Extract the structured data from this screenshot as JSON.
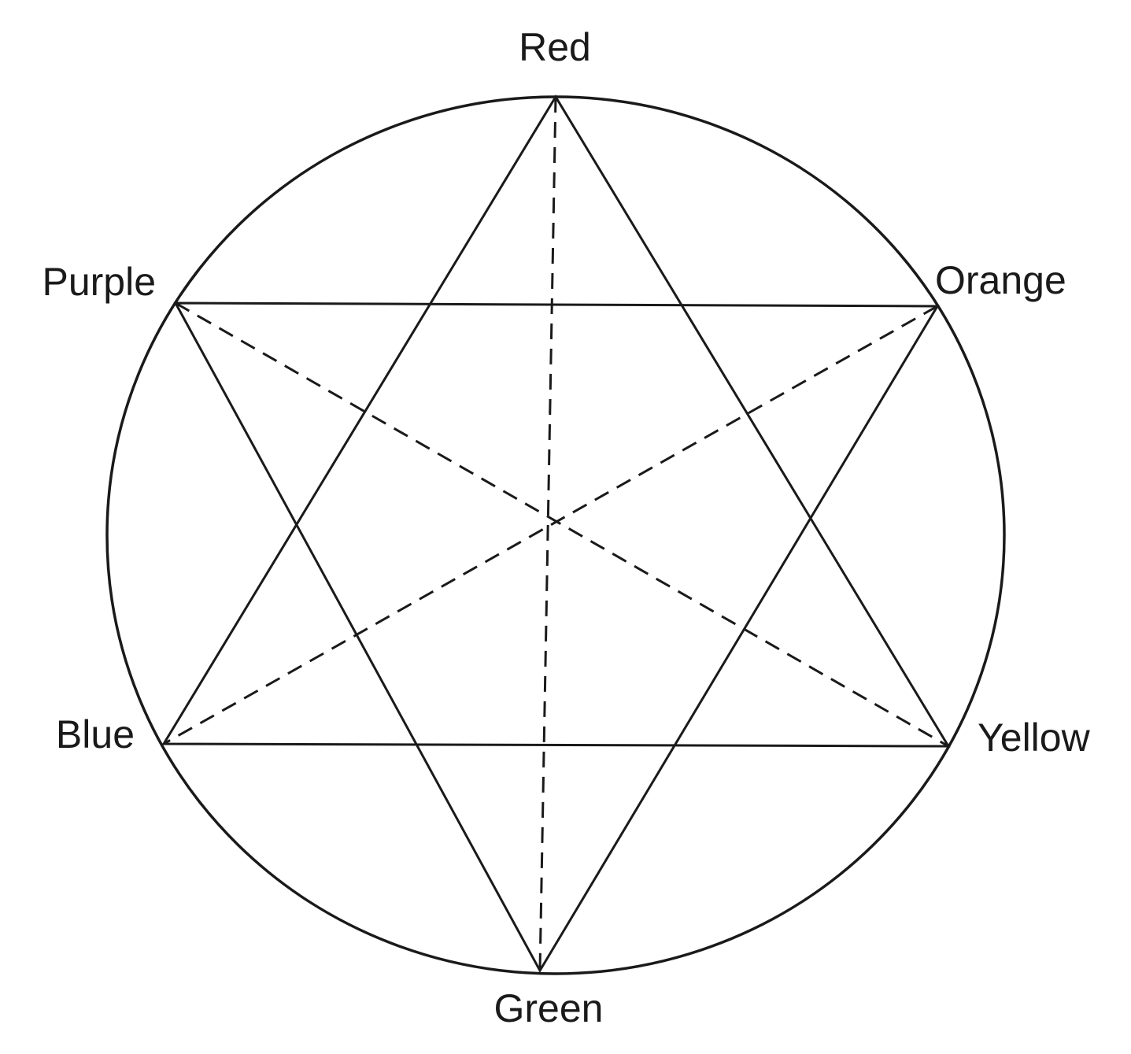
{
  "diagram": {
    "vertices": [
      {
        "id": "red",
        "label": "Red"
      },
      {
        "id": "orange",
        "label": "Orange"
      },
      {
        "id": "yellow",
        "label": "Yellow"
      },
      {
        "id": "green",
        "label": "Green"
      },
      {
        "id": "blue",
        "label": "Blue"
      },
      {
        "id": "purple",
        "label": "Purple"
      }
    ],
    "solid_triangles": [
      [
        "red",
        "yellow",
        "blue"
      ],
      [
        "purple",
        "orange",
        "green"
      ]
    ],
    "dashed_diagonals": [
      [
        "red",
        "green"
      ],
      [
        "purple",
        "yellow"
      ],
      [
        "orange",
        "blue"
      ]
    ],
    "colors": {
      "stroke": "#1a1a1a",
      "background": "#ffffff"
    }
  }
}
